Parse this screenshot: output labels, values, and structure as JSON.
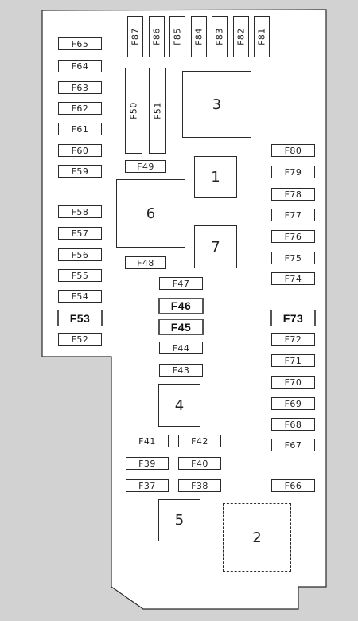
{
  "colors": {
    "background": "#d2d2d2",
    "panel": "#ffffff",
    "outline": "#2a2a2a"
  },
  "fuses": {
    "f87": "F87",
    "f86": "F86",
    "f85": "F85",
    "f84": "F84",
    "f83": "F83",
    "f82": "F82",
    "f81": "F81",
    "f65": "F65",
    "f64": "F64",
    "f63": "F63",
    "f62": "F62",
    "f61": "F61",
    "f60": "F60",
    "f59": "F59",
    "f58": "F58",
    "f57": "F57",
    "f56": "F56",
    "f55": "F55",
    "f54": "F54",
    "f53": "F53",
    "f52": "F52",
    "f50": "F50",
    "f51": "F51",
    "f49": "F49",
    "f48": "F48",
    "f47": "F47",
    "f46": "F46",
    "f45": "F45",
    "f44": "F44",
    "f43": "F43",
    "f41": "F41",
    "f42": "F42",
    "f39": "F39",
    "f40": "F40",
    "f37": "F37",
    "f38": "F38",
    "f80": "F80",
    "f79": "F79",
    "f78": "F78",
    "f77": "F77",
    "f76": "F76",
    "f75": "F75",
    "f74": "F74",
    "f73": "F73",
    "f72": "F72",
    "f71": "F71",
    "f70": "F70",
    "f69": "F69",
    "f68": "F68",
    "f67": "F67",
    "f66": "F66"
  },
  "relays": {
    "r1": "1",
    "r2": "2",
    "r3": "3",
    "r4": "4",
    "r5": "5",
    "r6": "6",
    "r7": "7"
  }
}
